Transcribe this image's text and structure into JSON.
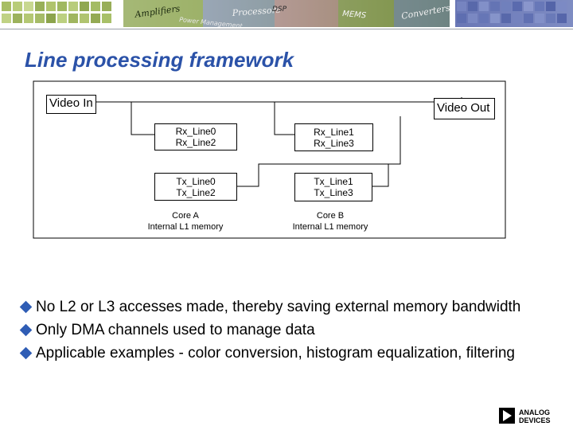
{
  "slide": {
    "title": "Line processing framework"
  },
  "banner": {
    "words": [
      "Amplifiers",
      "Power Management",
      "Processors",
      "DSP",
      "MEMS",
      "Converters"
    ]
  },
  "diagram": {
    "video_in": "Video In",
    "video_out": "Video Out",
    "core_a": {
      "rx": [
        "Rx_Line0",
        "Rx_Line2"
      ],
      "tx": [
        "Tx_Line0",
        "Tx_Line2"
      ],
      "caption": [
        "Core A",
        "Internal L1 memory"
      ]
    },
    "core_b": {
      "rx": [
        "Rx_Line1",
        "Rx_Line3"
      ],
      "tx": [
        "Tx_Line1",
        "Tx_Line3"
      ],
      "caption": [
        "Core B",
        "Internal L1 memory"
      ]
    }
  },
  "bullets": [
    "No L2 or L3 accesses made, thereby saving external memory bandwidth",
    "Only DMA channels used to manage data",
    "Applicable examples - color conversion, histogram equalization, filtering"
  ],
  "logo": {
    "line1": "ANALOG",
    "line2": "DEVICES"
  },
  "colors": {
    "title": "#2b52a8",
    "bullet": "#2f5db5",
    "banner_green": "#8ea84a"
  }
}
